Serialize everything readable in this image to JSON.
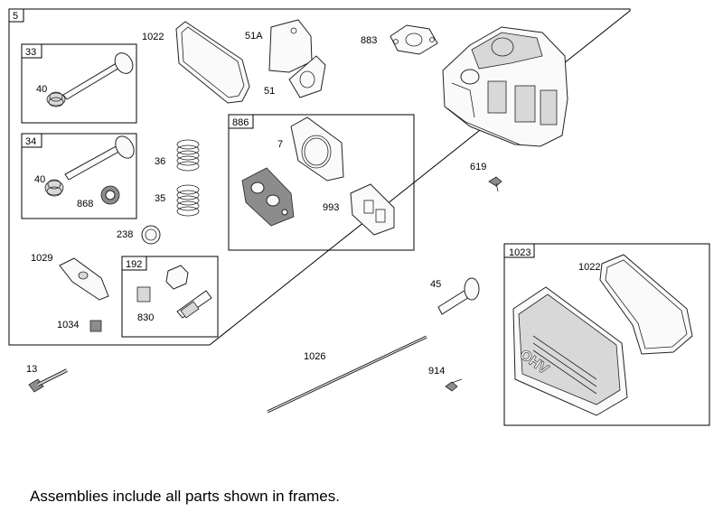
{
  "callouts": {
    "c5": "5",
    "c33": "33",
    "c40a": "40",
    "c34": "34",
    "c40b": "40",
    "c868": "868",
    "c1022a": "1022",
    "c51A": "51A",
    "c51": "51",
    "c883": "883",
    "c36": "36",
    "c35": "35",
    "c238": "238",
    "c886": "886",
    "c7": "7",
    "c993": "993",
    "c619": "619",
    "c1029": "1029",
    "c192": "192",
    "c830": "830",
    "c1034": "1034",
    "c45": "45",
    "c1023": "1023",
    "c1022b": "1022",
    "c1026": "1026",
    "c13": "13",
    "c914": "914"
  },
  "cover_text": "OHV",
  "footer": "Assemblies include all parts shown in frames."
}
